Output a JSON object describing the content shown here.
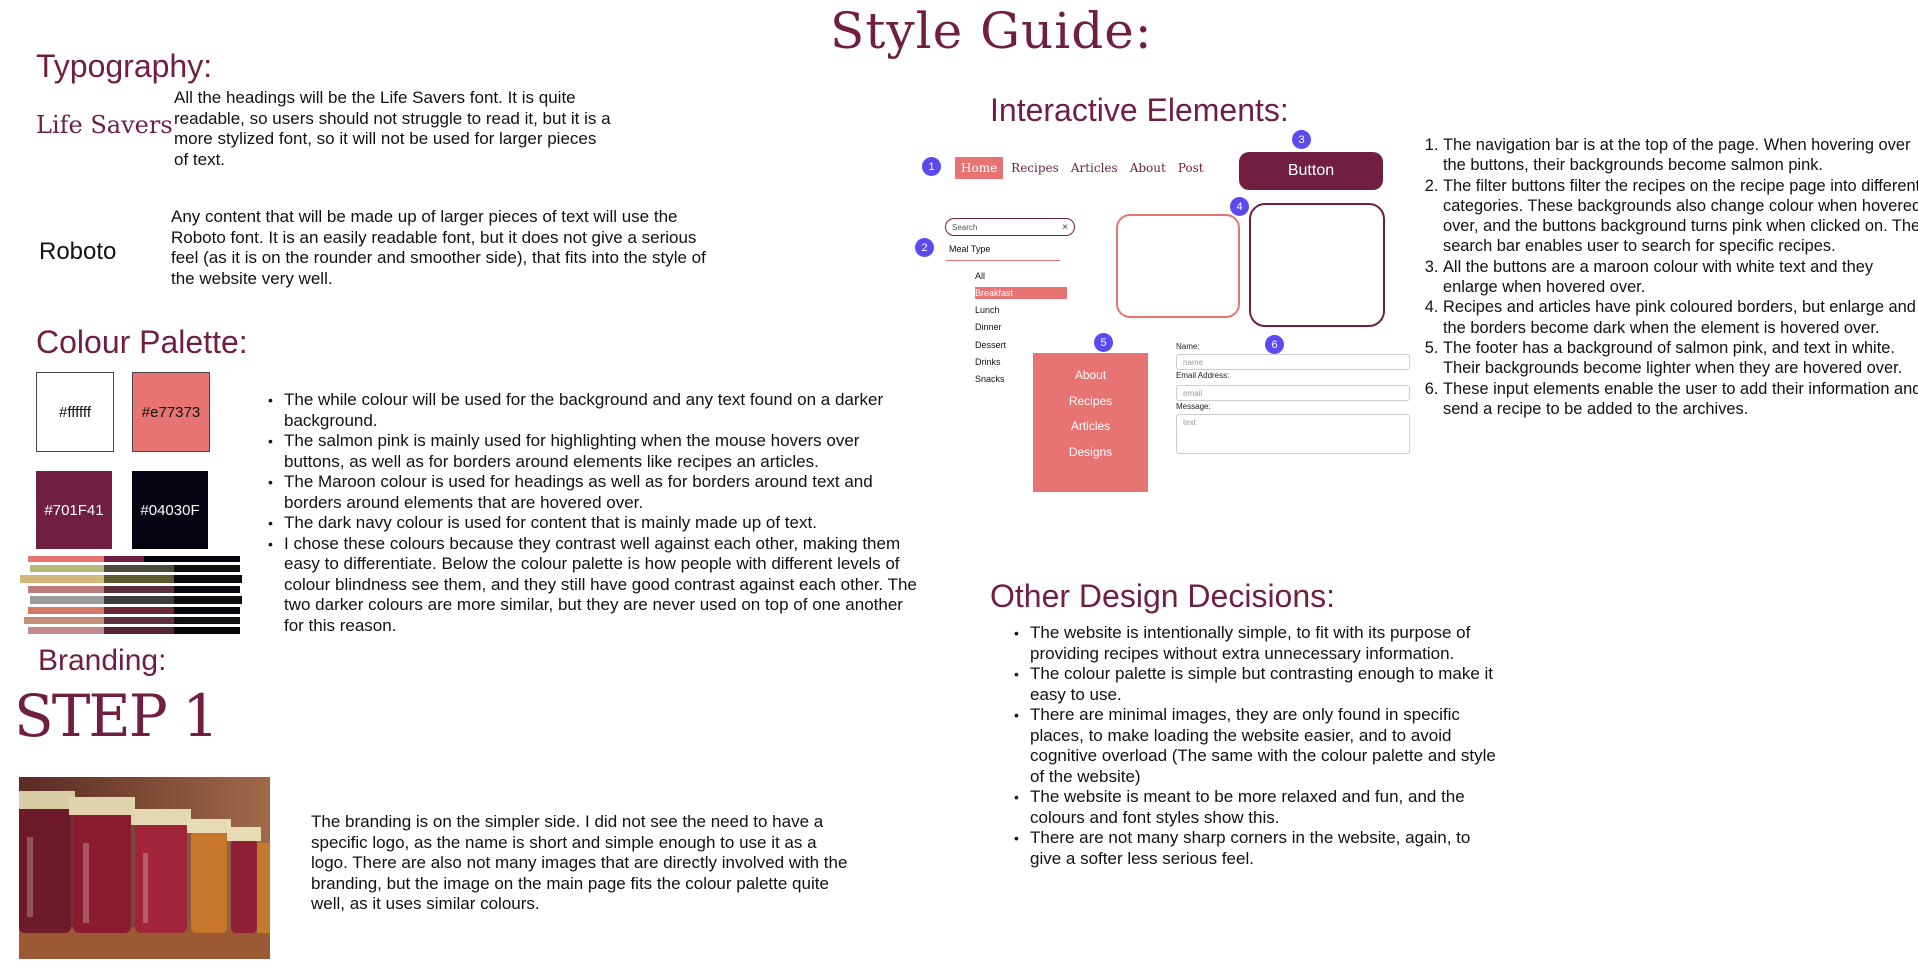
{
  "title": "Style Guide:",
  "typography": {
    "heading": "Typography:",
    "lifesavers_sample": "Life Savers",
    "lifesavers_desc": "All the headings will be the Life Savers font. It is quite readable, so users should not struggle to read it, but it is a more stylized font, so it will not be used for larger pieces of text.",
    "roboto_sample": "Roboto",
    "roboto_desc": "Any content that will be made up of larger pieces of text will use the Roboto font. It is an easily readable font, but it does not give a serious feel (as it is on the rounder and smoother side), that fits into the style of the website very well."
  },
  "palette": {
    "heading": "Colour Palette:",
    "swatches": [
      {
        "label": "#ffffff",
        "color": "#ffffff",
        "text_color": "#111111"
      },
      {
        "label": "#e77373",
        "color": "#e77373",
        "text_color": "#111111"
      },
      {
        "label": "#701F41",
        "color": "#701F41",
        "text_color": "#ffffff"
      },
      {
        "label": "#04030F",
        "color": "#04030F",
        "text_color": "#ffffff"
      }
    ],
    "bullets": [
      "The while colour will be used for the background and any text found on a darker background.",
      "The salmon pink is mainly used for highlighting when the mouse hovers over buttons, as well as for borders around elements like recipes an articles.",
      "The Maroon colour is used for headings as well as for borders around text and borders around elements that are hovered over.",
      "The dark navy colour is used for content that is mainly made up of text.",
      "I chose these colours because they contrast well against each other, making them easy to differentiate. Below the colour palette is how people with different levels of colour blindness see them, and they still have good contrast against each other. The two darker colours are more similar, but they are never used on top of one another for this reason."
    ]
  },
  "branding": {
    "heading": "Branding:",
    "logo_text": "STEP 1",
    "desc": "The branding is on the simpler side. I did not see the need to have a specific logo, as the name is short and simple enough to use it as a logo. There are also not many images that are directly involved with the branding, but the image on the main page fits the colour palette quite well, as it uses similar colours."
  },
  "interactive": {
    "heading": "Interactive Elements:",
    "markers": [
      "1",
      "2",
      "3",
      "4",
      "5",
      "6"
    ],
    "nav_items": [
      "Home",
      "Recipes",
      "Articles",
      "About",
      "Post"
    ],
    "button_label": "Button",
    "search_placeholder": "Search",
    "search_clear": "×",
    "meal_type_label": "Meal Type",
    "meal_types": [
      "All",
      "Breakfast",
      "Lunch",
      "Dinner",
      "Dessert",
      "Drinks",
      "Snacks"
    ],
    "footer_items": [
      "About",
      "Recipes",
      "Articles",
      "Designs"
    ],
    "form": {
      "name_label": "Name:",
      "name_placeholder": "name",
      "email_label": "Email Address:",
      "email_placeholder": "email",
      "message_label": "Message:",
      "message_placeholder": "text"
    },
    "list": [
      "The navigation bar is at the top of the page. When hovering over the buttons, their backgrounds become salmon pink.",
      "The filter buttons filter the recipes on the recipe page into different categories. These backgrounds also change colour when hovered over, and the buttons background turns pink when clicked on. The search bar enables user to search for specific recipes.",
      "All the buttons are a maroon colour with white text and they enlarge when hovered over.",
      "Recipes and articles have pink coloured borders, but enlarge and the borders become dark when the element is hovered over.",
      "The footer has a background of salmon pink, and text in white. Their backgrounds become lighter when they are hovered over.",
      "These input elements enable the user to add their information and send a recipe to be added to the archives."
    ]
  },
  "other": {
    "heading": "Other Design Decisions:",
    "bullets": [
      "The website is intentionally simple, to fit with its purpose of providing recipes without extra unnecessary information.",
      "The colour palette is simple but contrasting enough to make it easy to use.",
      "There are minimal images, they are only found in specific places, to make loading the website easier, and to avoid cognitive overload (The same with the colour palette and style of the website)",
      "The website is meant to be more relaxed and fun, and the colours and font styles show this.",
      "There are not many sharp corners in the website, again, to give a softer less serious feel."
    ]
  },
  "colors": {
    "maroon": "#701F41",
    "salmon": "#e77373",
    "navy": "#04030F",
    "marker": "#5B4BEF"
  }
}
